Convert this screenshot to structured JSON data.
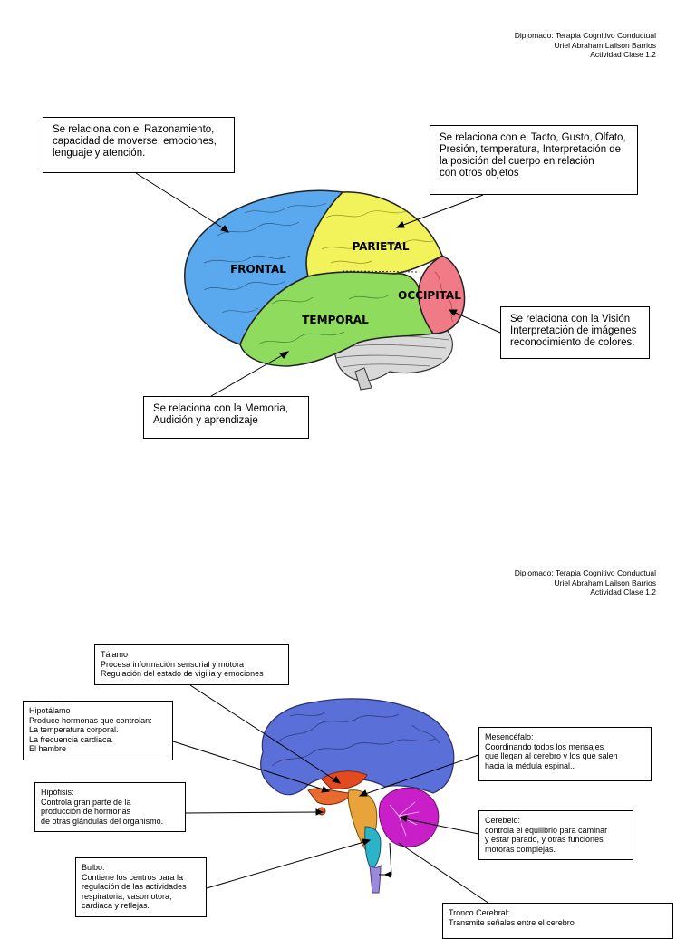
{
  "page1": {
    "header": [
      "Diplomado: Terapia Cognitivo Conductual",
      "Uriel Abraham Lailson Barrios",
      "Actividad Clase 1.2"
    ],
    "lobes": {
      "frontal": "FRONTAL",
      "parietal": "PARIETAL",
      "temporal": "TEMPORAL",
      "occipital": "OCCIPITAL"
    },
    "notes": {
      "frontal": [
        "Se relaciona con el Razonamiento,",
        "capacidad de moverse, emociones,",
        "lenguaje y atención."
      ],
      "parietal": [
        "Se relaciona con el Tacto, Gusto, Olfato,",
        "Presión, temperatura, Interpretación de",
        "la posición del cuerpo en relación",
        "con otros objetos"
      ],
      "occipital": [
        "Se relaciona con la Visión",
        "Interpretación de imágenes",
        "reconocimiento de colores."
      ],
      "temporal": [
        "Se relaciona con la Memoria,",
        "Audición y aprendizaje"
      ]
    },
    "colors": {
      "frontal": "#5aa9ef",
      "parietal": "#f2f25a",
      "temporal": "#8edb5e",
      "occipital": "#f07b86",
      "cerebellum": "#d9d9d9"
    }
  },
  "page2": {
    "header": [
      "Diplomado: Terapia Cognitivo Conductual",
      "Uriel Abraham Lailson Barrios",
      "Actividad Clase 1.2"
    ],
    "notes": {
      "talamo": [
        "Tálamo",
        "Procesa información sensorial y motora",
        "Regulación del estado de vigilia y emociones"
      ],
      "hipotalamo": [
        "Hipotálamo",
        "Produce hormonas que controlan:",
        "La temperatura corporal.",
        "La frecuencia cardiaca.",
        "El hambre"
      ],
      "hipofisis": [
        "Hipófisis:",
        "Controla gran parte de la",
        "producción de hormonas",
        "de otras glándulas del organismo."
      ],
      "bulbo": [
        "Bulbo:",
        "Contiene los centros para la",
        "regulación de las actividades",
        "respiratoria, vasomotora,",
        "cardiaca y reflejas."
      ],
      "mesencefalo": [
        "Mesencéfalo:",
        "Coordinando todos los mensajes",
        "que llegan al cerebro y los que salen",
        "hacia la médula espinal.."
      ],
      "cerebelo": [
        "Cerebelo:",
        "controla el equilibrio para caminar",
        "y estar parado, y otras funciones",
        "motoras complejas."
      ],
      "tronco": [
        "Tronco Cerebral:",
        "Transmite señales entre el cerebro"
      ]
    },
    "colors": {
      "cortex": "#5a6fd8",
      "cerebellum": "#c81fc8",
      "thalamus": "#e34a1e",
      "brainstem": "#e8a33a",
      "bulbo": "#2bb3c9",
      "cord": "#9a8ad9"
    }
  }
}
